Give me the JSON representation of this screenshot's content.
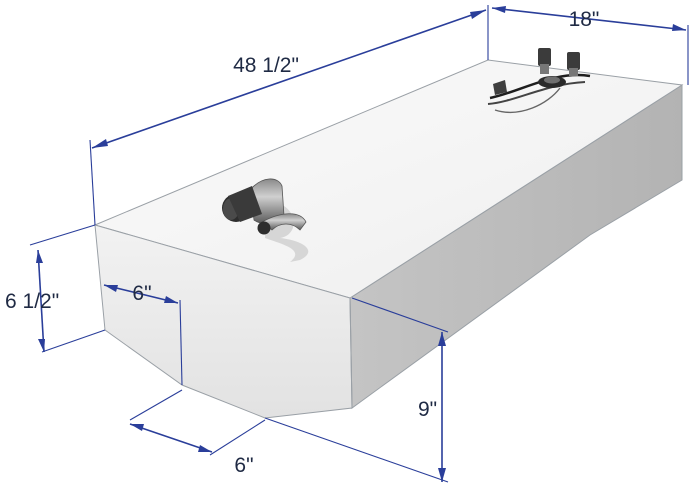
{
  "dimensions": {
    "length": "48 1/2\"",
    "width": "18\"",
    "end_height": "6 1/2\"",
    "top_chamfer": "6\"",
    "bottom_chamfer": "6\"",
    "side_height": "9\""
  }
}
